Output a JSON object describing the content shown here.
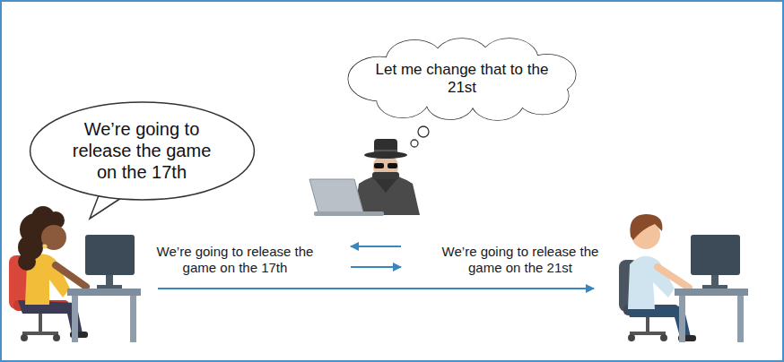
{
  "diagram": {
    "nodes": [
      {
        "text": [
          "We’re going to release the game on the 17th"
        ]
      },
      {
        "text": [
          "Let me change that to the 21st"
        ]
      }
    ],
    "labels": [
      "We’re going to release the game on the 17th",
      "We’re going to release the game on the 21st"
    ]
  }
}
